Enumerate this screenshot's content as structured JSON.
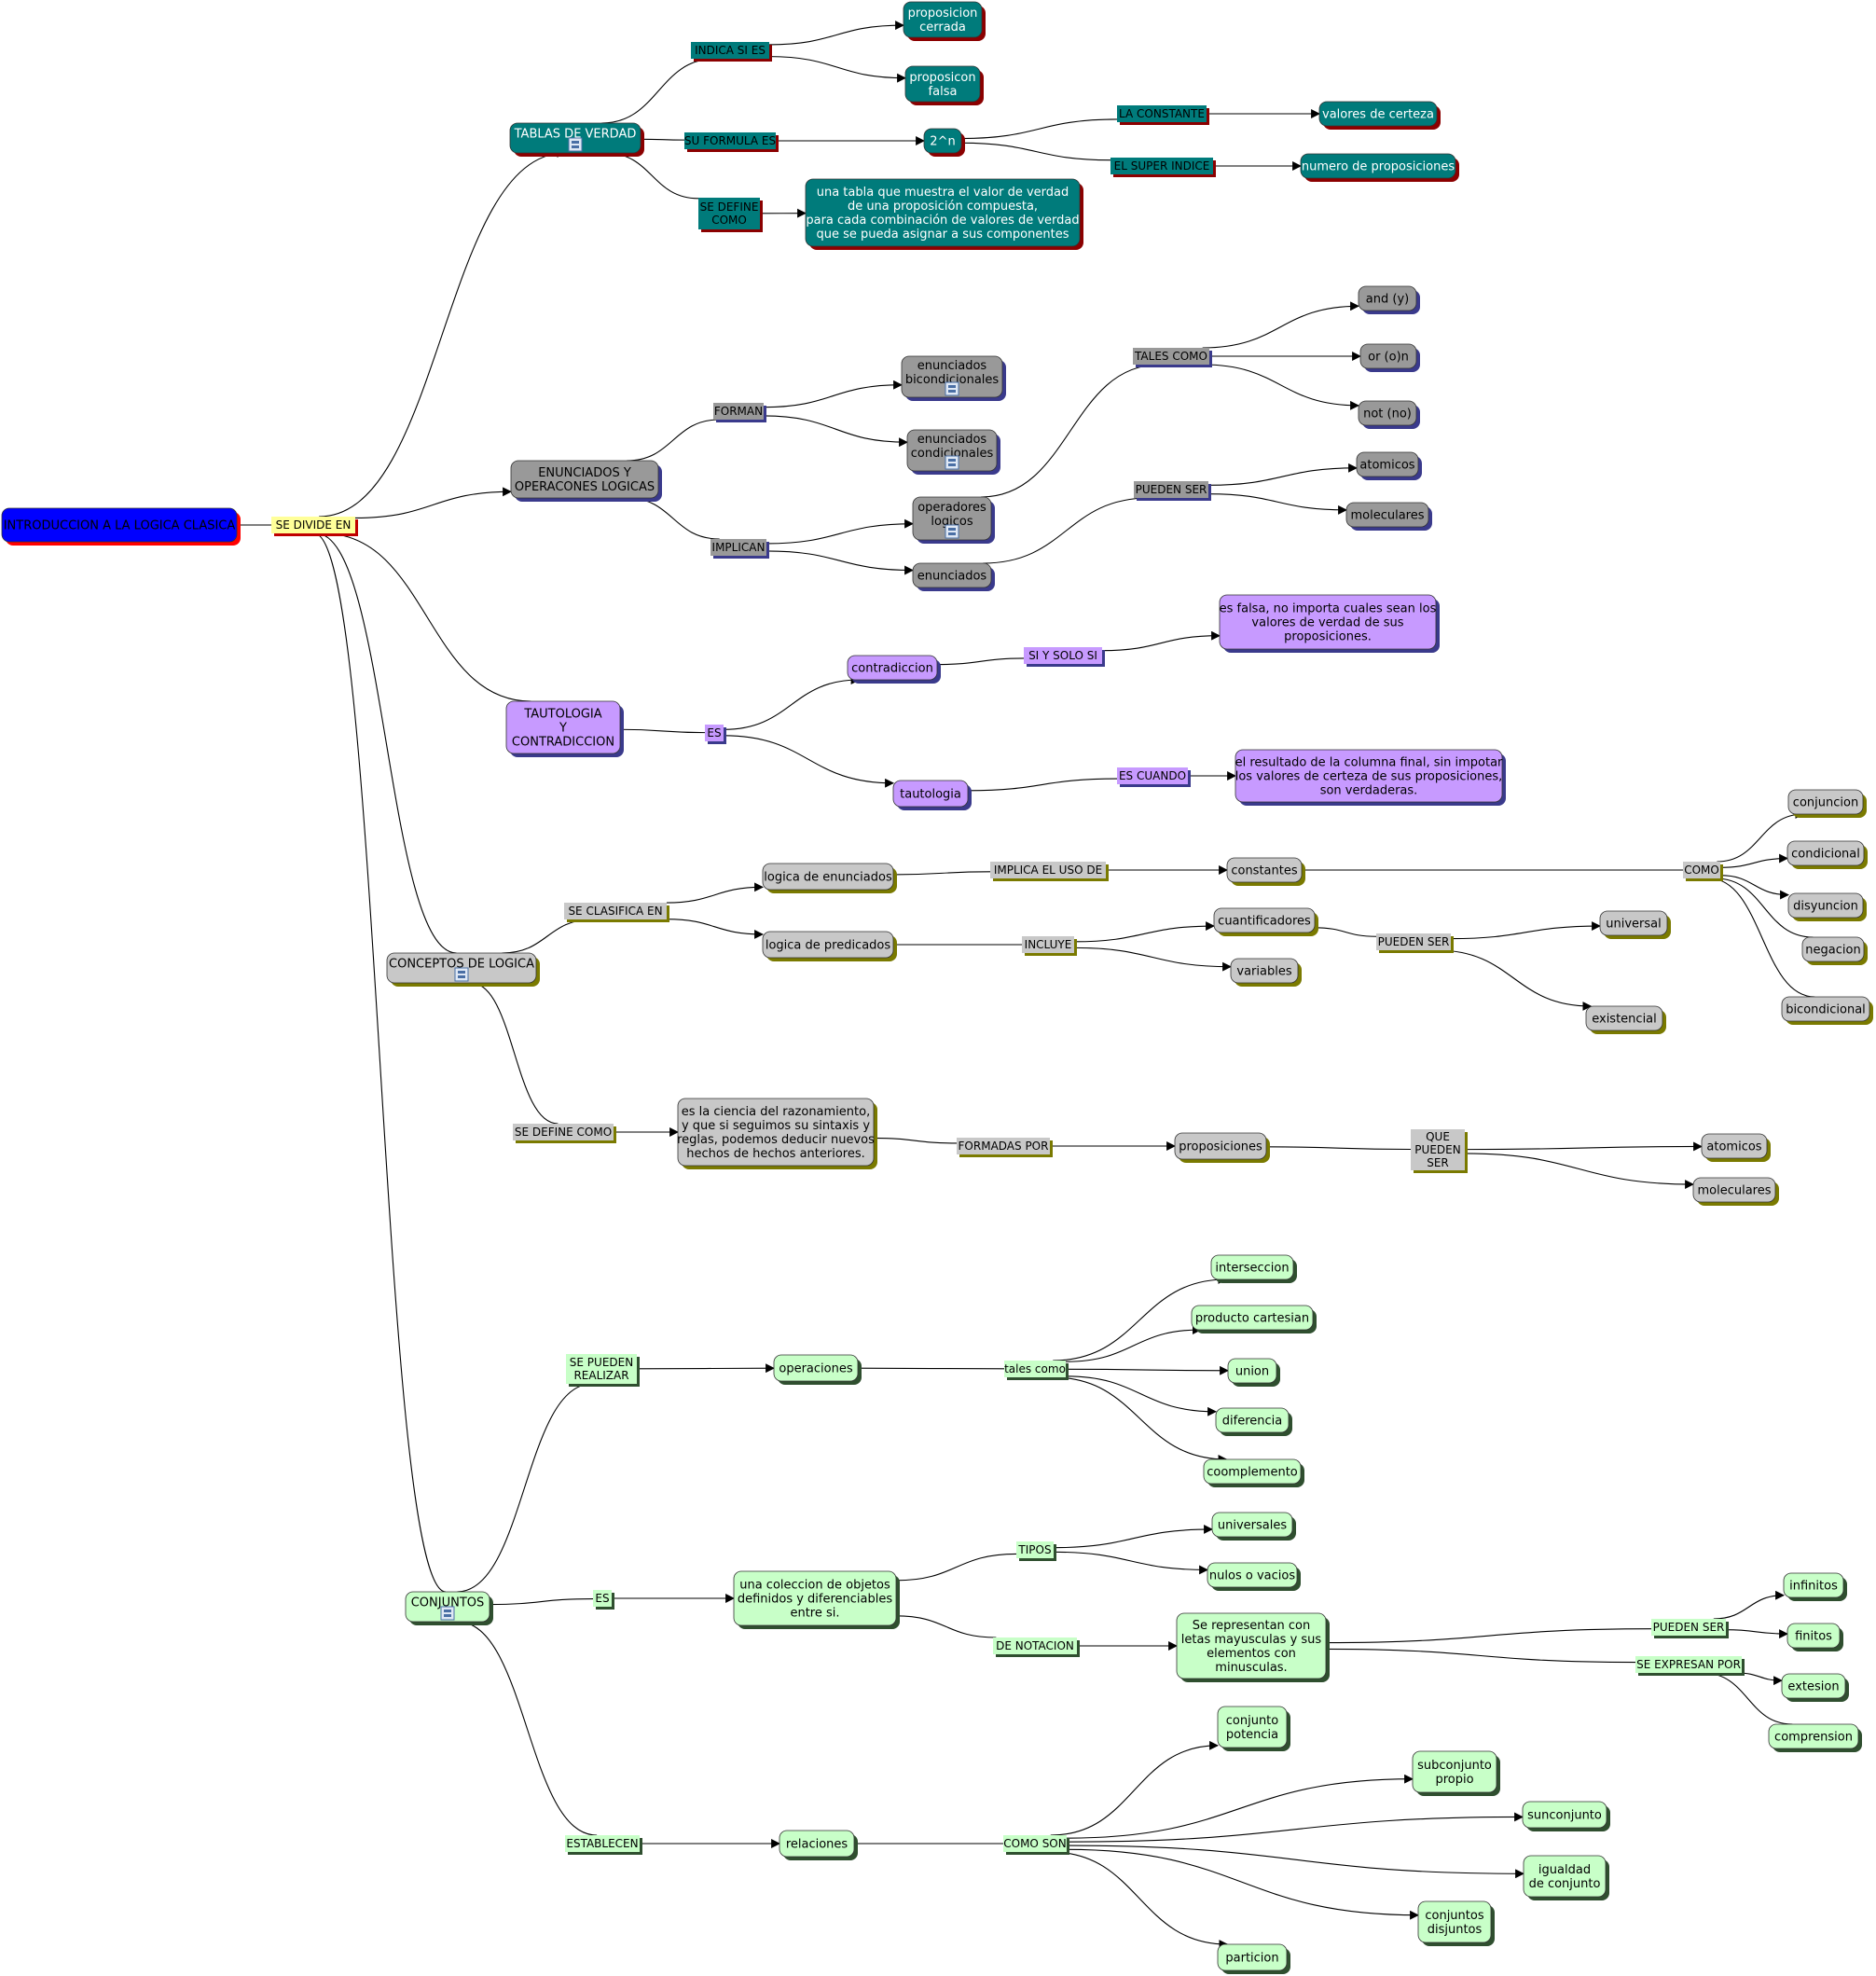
{
  "colors": {
    "root": "#0000ff",
    "root_shadow": "#ff0000",
    "teal": "#007b7b",
    "teal_shadow": "#8b0000",
    "gray": "#999999",
    "gray_shadow": "#3a3a8c",
    "purple": "#c79aff",
    "purple_shadow": "#3a3a8c",
    "light": "#c8c8c8",
    "light_shadow": "#7a7a00",
    "green": "#c8ffc8",
    "green_shadow": "#2f4f2f",
    "label_yellow": "#ffff99"
  },
  "nodes": {
    "root": "INTRODUCCION A LA LOGICA CLASICA",
    "tablas": "TABLAS DE VERDAD",
    "prop_cerrada": "proposicion\ncerrada",
    "prop_falsa": "proposicon\nfalsa",
    "two_n": "2^n",
    "valores_certeza": "valores de certeza",
    "numero_prop": "numero de proposiciones",
    "tabla_def": "una tabla que muestra el valor de verdad\nde una proposición compuesta,\npara cada combinación de valores de verdad\nque se pueda asignar a sus componentes",
    "enunciados_op": "ENUNCIADOS Y\nOPERACONES LOGICAS",
    "enun_bicond": "enunciados\nbicondicionales",
    "enun_cond": "enunciados\ncondicionales",
    "operadores": "operadores\nlogicos",
    "enunciados": "enunciados",
    "and": "and (y)",
    "or": "or (o)n",
    "not": "not (no)",
    "atomicos1": "atomicos",
    "moleculares1": "moleculares",
    "tauto": "TAUTOLOGIA\nY\nCONTRADICCION",
    "contradiccion": "contradiccion",
    "contra_def": "es falsa, no importa cuales sean los\nvalores de verdad de sus\nproposiciones.",
    "tautologia": "tautologia",
    "tauto_def": "el resultado de la columna final, sin impotar\nlos valores de certeza de sus proposiciones,\nson verdaderas.",
    "conceptos": "CONCEPTOS DE LOGICA",
    "logica_enun": "logica de enunciados",
    "logica_pred": "logica de predicados",
    "constantes": "constantes",
    "conjuncion": "conjuncion",
    "condicional": "condicional",
    "disyuncion": "disyuncion",
    "negacion": "negacion",
    "bicondicional": "bicondicional",
    "cuantificadores": "cuantificadores",
    "variables": "variables",
    "universal": "universal",
    "existencial": "existencial",
    "ciencia": "es la ciencia del razonamiento,\ny que si seguimos su sintaxis y\nreglas, podemos deducir nuevos\nhechos de hechos anteriores.",
    "proposiciones": "proposiciones",
    "atomicos2": "atomicos",
    "moleculares2": "moleculares",
    "conjuntos": "CONJUNTOS",
    "operaciones": "operaciones",
    "interseccion": "interseccion",
    "producto": "producto cartesian",
    "union": "union",
    "diferencia": "diferencia",
    "complemento": "coomplemento",
    "coleccion": "una coleccion de objetos\ndefinidos y diferenciables\nentre si.",
    "universales": "universales",
    "nulos": "nulos o vacios",
    "notacion_def": "Se representan con\nletas mayusculas y sus\nelementos con\nminusculas.",
    "infinitos": "infinitos",
    "finitos": "finitos",
    "extesion": "extesion",
    "comprension": "comprension",
    "relaciones": "relaciones",
    "conj_potencia": "conjunto\npotencia",
    "subconj_propio": "subconjunto\npropio",
    "sunconjunto": "sunconjunto",
    "igualdad": "igualdad\nde conjunto",
    "disjuntos": "conjuntos\ndisjuntos",
    "particion": "particion"
  },
  "labels": {
    "se_divide_en": "SE DIVIDE EN",
    "indica_si_es": "INDICA SI ES",
    "su_formula_es": "SU FORMULA ES",
    "se_define_como1": "SE DEFINE\nCOMO",
    "la_constante": "LA CONSTANTE",
    "el_super_indice": "EL SUPER INDICE",
    "forman": "FORMAN",
    "implican": "IMPLICAN",
    "tales_como1": "TALES COMO",
    "pueden_ser1": "PUEDEN SER",
    "es1": "ES",
    "si_y_solo_si": "SI Y SOLO SI",
    "es_cuando": "ES CUANDO",
    "se_clasifica_en": "SE CLASIFICA EN",
    "implica_el_uso_de": "IMPLICA EL USO DE",
    "como1": "COMO",
    "incluye": "INCLUYE",
    "pueden_ser2": "PUEDEN SER",
    "se_define_como2": "SE DEFINE COMO",
    "formadas_por": "FORMADAS POR",
    "que_pueden_ser": "QUE\nPUEDEN\nSER",
    "se_pueden_realizar": "SE PUEDEN\nREALIZAR",
    "tales_como2": "tales como",
    "es2": "ES",
    "tipos": "TIPOS",
    "de_notacion": "DE NOTACION",
    "pueden_ser3": "PUEDEN SER",
    "se_expresan_por": "SE EXPRESAN POR",
    "establecen": "ESTABLECEN",
    "como_son": "COMO SON"
  }
}
